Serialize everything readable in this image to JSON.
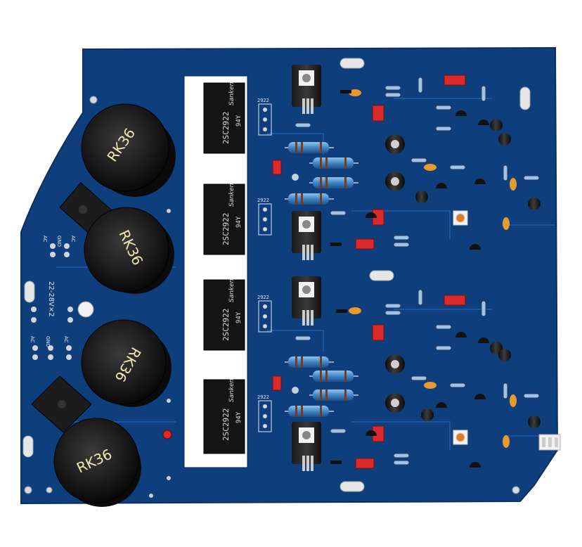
{
  "board": {
    "pcb_color": "#0d3d7a",
    "silkscreen_color": "#dfe8f2",
    "cap_color": "#161616",
    "capacitor_label": "RK36",
    "transistor_brand": "Sanken",
    "transistor_model": "2SC2922",
    "transistor_code": "94Y",
    "driver_label": "2922",
    "power_label": "22-28V×2",
    "ac_label": "AC",
    "gnd_label": "GND"
  }
}
